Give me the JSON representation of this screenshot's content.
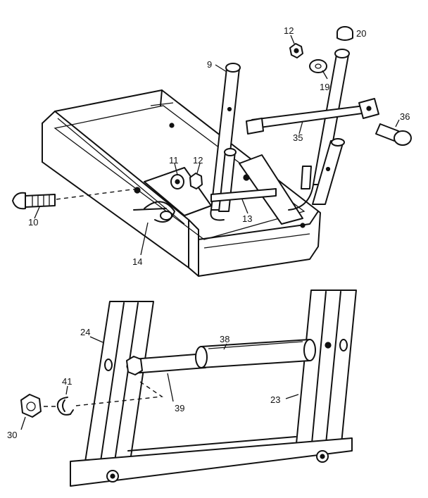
{
  "callouts": {
    "c9": "9",
    "c12_top": "12",
    "c20": "20",
    "c19": "19",
    "c36": "36",
    "c35": "35",
    "c11": "11",
    "c12_mid": "12",
    "c10": "10",
    "c13": "13",
    "c14": "14",
    "c24": "24",
    "c38": "38",
    "c41": "41",
    "c30": "30",
    "c39": "39",
    "c23": "23"
  }
}
